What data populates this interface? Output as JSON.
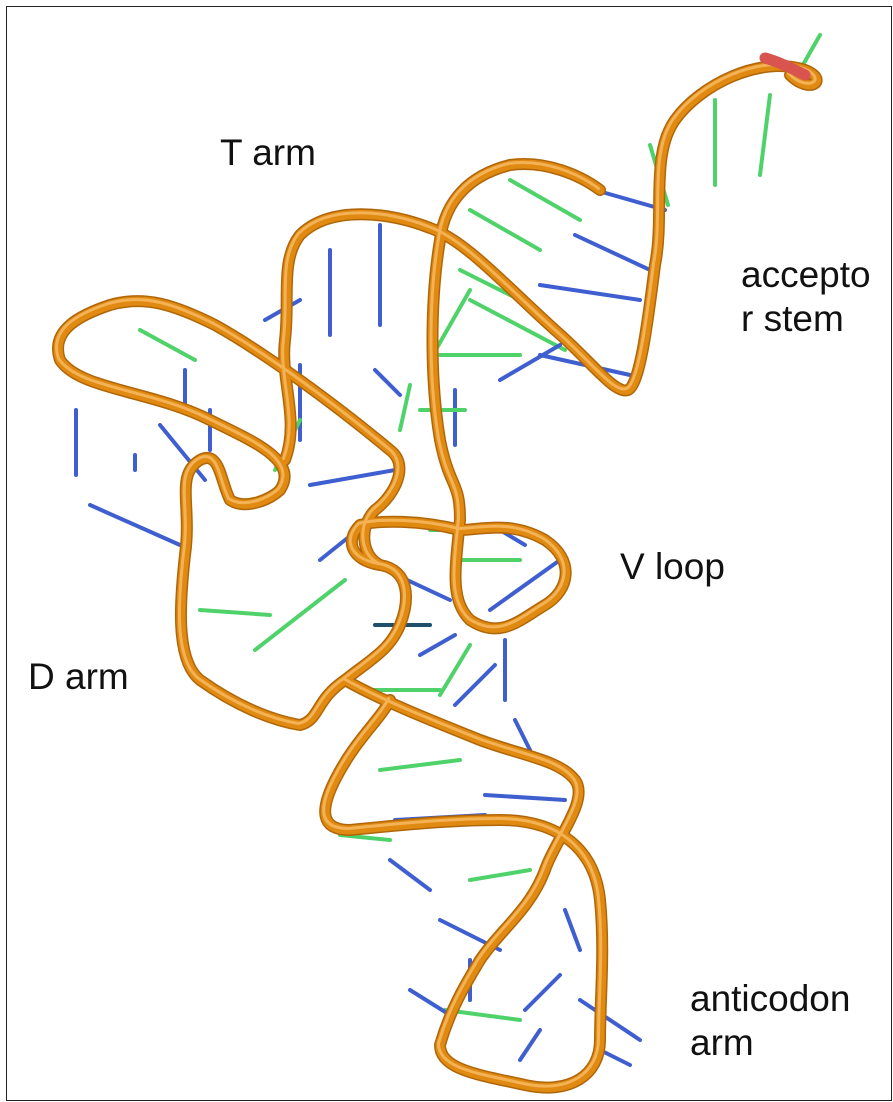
{
  "labels": {
    "t_arm": "T arm",
    "acceptor_stem": "accepto\nr stem",
    "v_loop": "V loop",
    "d_arm": "D arm",
    "anticodon_arm": "anticodon\narm"
  },
  "colors": {
    "backbone": "#e08a12",
    "backbone_highlight": "#f3b255",
    "backbone_shadow": "#b06608",
    "terminus": "#d9534f",
    "base_green": "#4fd26a",
    "base_blue": "#3f5fd0",
    "base_teal": "#3a8fb0",
    "base_dark": "#1f4f6a"
  }
}
